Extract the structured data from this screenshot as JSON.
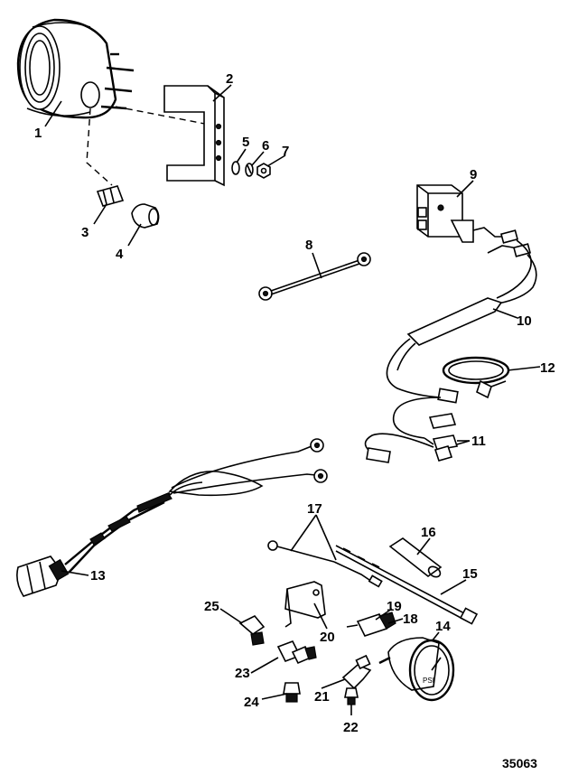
{
  "callouts": [
    {
      "label": "1"
    },
    {
      "label": "2"
    },
    {
      "label": "3"
    },
    {
      "label": "4"
    },
    {
      "label": "5"
    },
    {
      "label": "6"
    },
    {
      "label": "7"
    },
    {
      "label": "8"
    },
    {
      "label": "9"
    },
    {
      "label": "10"
    },
    {
      "label": "11"
    },
    {
      "label": "12"
    },
    {
      "label": "13"
    },
    {
      "label": "14"
    },
    {
      "label": "15"
    },
    {
      "label": "16"
    },
    {
      "label": "17"
    },
    {
      "label": "18"
    },
    {
      "label": "19"
    },
    {
      "label": "20"
    },
    {
      "label": "21"
    },
    {
      "label": "22"
    },
    {
      "label": "23"
    },
    {
      "label": "24"
    },
    {
      "label": "25"
    }
  ],
  "figure_code": "35063",
  "gauge_face_text": "PSI"
}
